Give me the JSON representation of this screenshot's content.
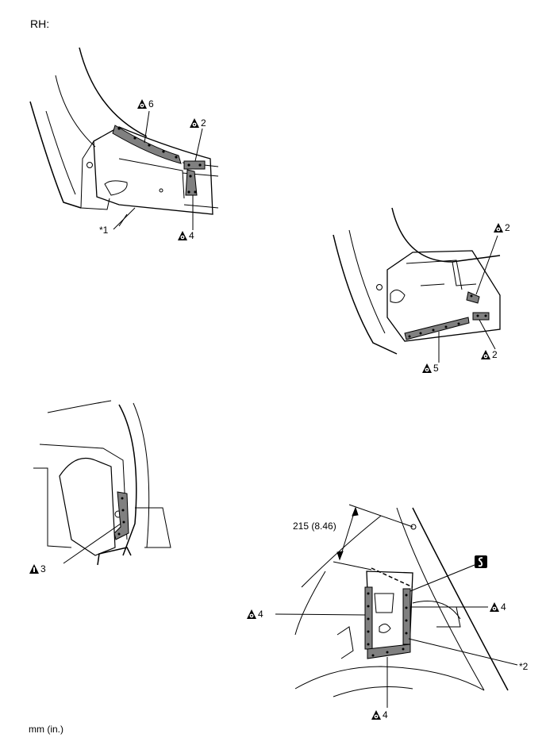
{
  "header": {
    "title": "RH:"
  },
  "footer": {
    "units_note": "mm (in.)"
  },
  "callouts": {
    "c6": "6",
    "c2a": "2",
    "c4a": "4",
    "c1": "*1",
    "c2b": "2",
    "c2c": "2",
    "c5": "5",
    "c3": "3",
    "c4b": "4",
    "c4c": "4",
    "c4d": "4",
    "c2star": "*2"
  },
  "dimension": {
    "text": "215 (8.46)"
  },
  "colors": {
    "weld_fill": "#808080",
    "line": "#000000",
    "thin_line": "#555555"
  },
  "icons": {
    "spot_weld": "triangle-weld-icon",
    "arc_weld": "triangle-info-icon",
    "sealer": "sealer-s-icon"
  }
}
